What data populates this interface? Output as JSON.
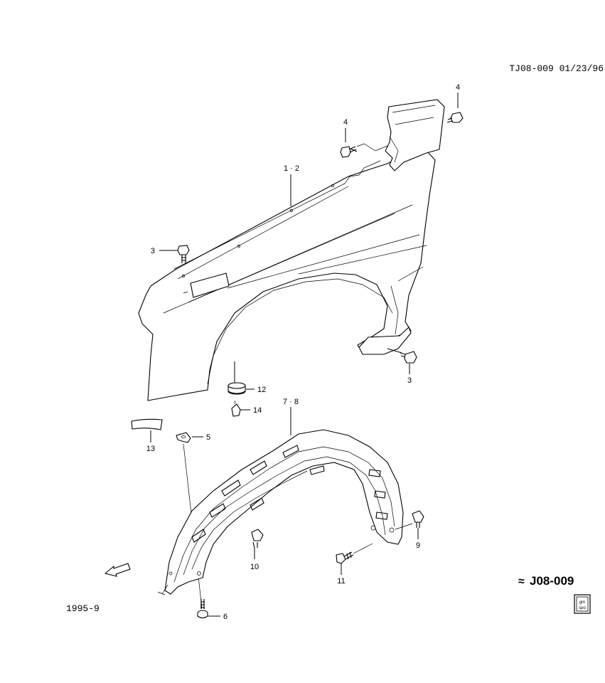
{
  "header": {
    "doc_code": "TJ08-009 01/23/96"
  },
  "footer": {
    "date_code": "1995-9",
    "sheet_id": "J08-009"
  },
  "logo": {
    "top": "gm",
    "bottom": "spo"
  },
  "fwd_label": "FWD",
  "callouts": {
    "c1_2": "1 · 2",
    "c3_top": "3",
    "c3_bottom": "3",
    "c4_left": "4",
    "c4_right": "4",
    "c5": "5",
    "c6": "6",
    "c7_8": "7 · 8",
    "c9": "9",
    "c10": "10",
    "c11": "11",
    "c12": "12",
    "c13": "13",
    "c14": "14"
  }
}
